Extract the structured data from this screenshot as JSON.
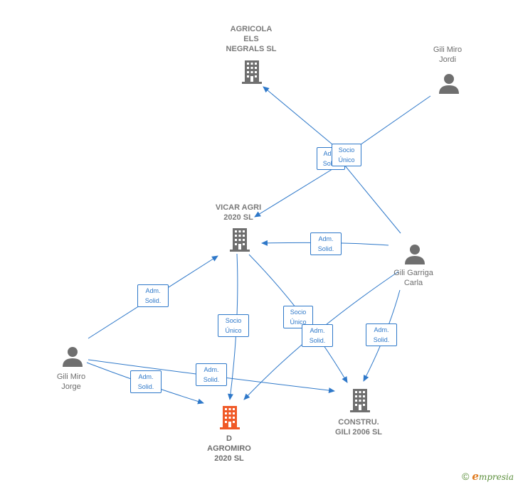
{
  "nodes": {
    "agricola": {
      "label": "AGRICOLA\nELS\nNEGRALS  SL",
      "kind": "company"
    },
    "vicar": {
      "label": "VICAR AGRI\n2020  SL",
      "kind": "company"
    },
    "dagromiro": {
      "label": "D\nAGROMIRO\n2020  SL",
      "kind": "focus"
    },
    "constru": {
      "label": "CONSTRU.\nGILI 2006 SL",
      "kind": "company"
    },
    "jordi": {
      "label": "Gili Miro\nJordi",
      "kind": "person"
    },
    "carla": {
      "label": "Gili Garriga\nCarla",
      "kind": "person"
    },
    "jorge": {
      "label": "Gili Miro\nJorge",
      "kind": "person"
    }
  },
  "edge_labels": {
    "jordi_agricola_adm": "Adm.\nSolid.",
    "jordi_vicar_socio": "Socio\nÚnico",
    "carla_vicar_adm": "Adm.\nSolid.",
    "jorge_vicar_adm": "Adm.\nSolid.",
    "vicar_dagromiro_socio": "Socio\nÚnico",
    "vicar_constru_socio": "Socio\nÚnico",
    "carla_dagromiro_adm": "Adm.\nSolid.",
    "carla_constru_adm": "Adm.\nSolid.",
    "jorge_dagromiro_adm": "Adm.\nSolid.",
    "jorge_constru_adm": "Adm.\nSolid."
  },
  "colors": {
    "edge": "#2e78c9",
    "company_icon": "#6f6f6f",
    "focus_icon": "#f05a28",
    "person_icon": "#6f6f6f"
  },
  "watermark": {
    "copyright": "©",
    "brand_initial": "e",
    "brand_rest": "mpresia"
  }
}
